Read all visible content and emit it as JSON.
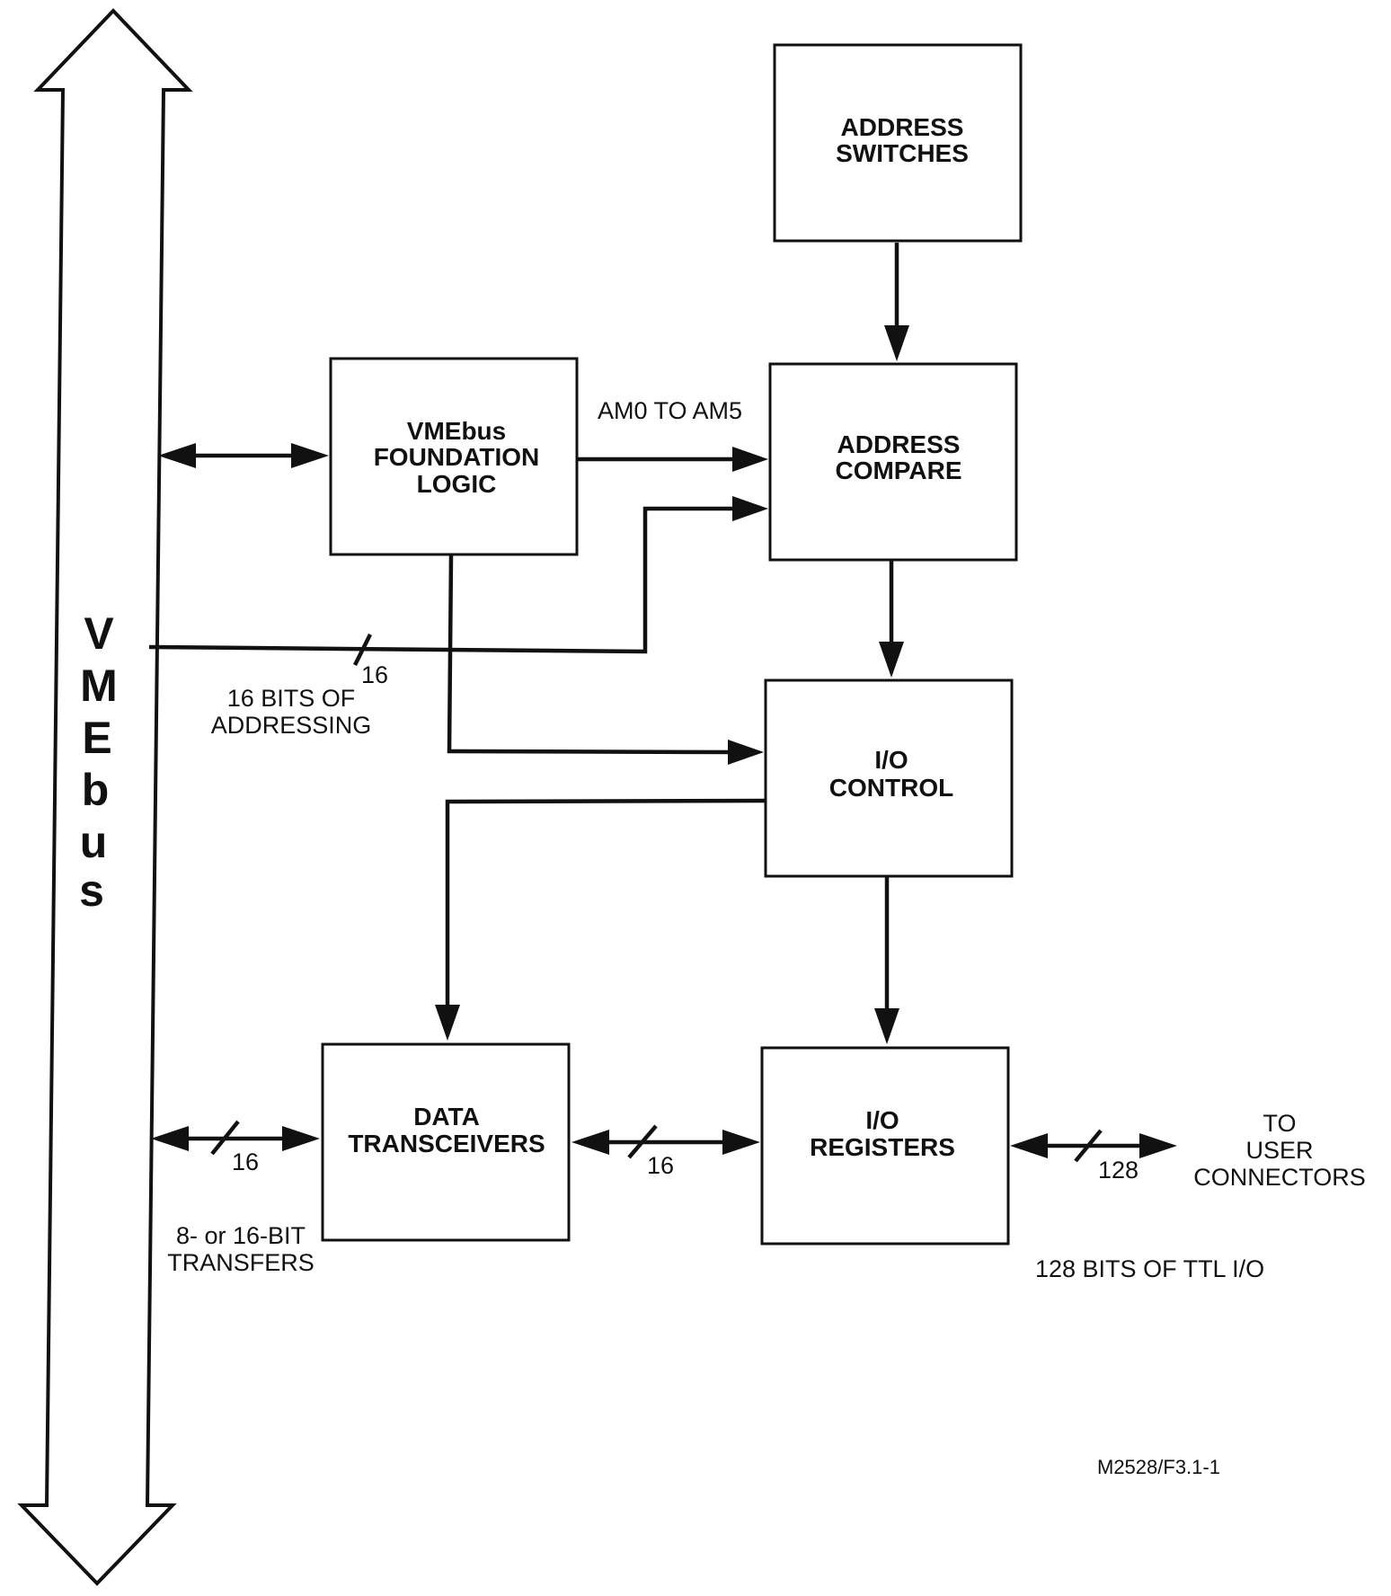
{
  "bus": {
    "letters": [
      "V",
      "M",
      "E",
      "b",
      "u",
      "s"
    ]
  },
  "blocks": {
    "address_switches": [
      "ADDRESS",
      "SWITCHES"
    ],
    "foundation_logic": [
      "VMEbus",
      "FOUNDATION",
      "LOGIC"
    ],
    "address_compare": [
      "ADDRESS",
      "COMPARE"
    ],
    "io_control": [
      "I/O",
      "CONTROL"
    ],
    "data_transceivers": [
      "DATA",
      "TRANSCEIVERS"
    ],
    "io_registers": [
      "I/O",
      "REGISTERS"
    ]
  },
  "labels": {
    "am_lines": "AM0 TO AM5",
    "addr_width": "16",
    "addressing": [
      "16 BITS OF",
      "ADDRESSING"
    ],
    "bus_data_width": "16",
    "transfers": [
      "8- or 16-BIT",
      "TRANSFERS"
    ],
    "internal_data_width": "16",
    "io_width": "128",
    "user_connectors": [
      "TO",
      "USER",
      "CONNECTORS"
    ],
    "ttl_io": "128 BITS OF TTL I/O",
    "figure_id": "M2528/F3.1-1"
  }
}
